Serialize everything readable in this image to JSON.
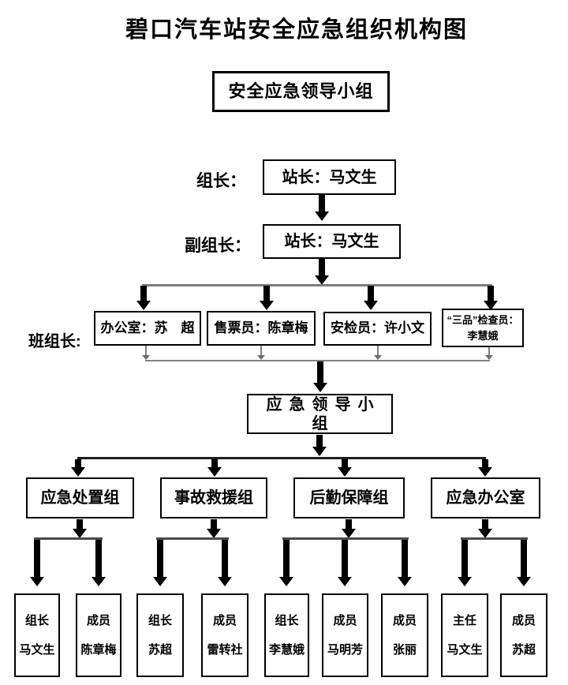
{
  "title": "碧口汽车站安全应急组织机构图",
  "top_box": "安全应急领导小组",
  "leader": {
    "label": "组长：",
    "value": "站长：马文生"
  },
  "deputy": {
    "label": "副组长：",
    "value": "站长：马文生"
  },
  "foremen": {
    "label": "班组长:",
    "items": [
      {
        "lines": [
          "办公室：苏　超"
        ]
      },
      {
        "lines": [
          "售票员：陈章梅"
        ]
      },
      {
        "lines": [
          "安检员：许小文"
        ]
      },
      {
        "lines": [
          "“三品”检查员：",
          "李慧娥"
        ]
      }
    ]
  },
  "middle_box": "应急领导小组",
  "groups": [
    {
      "name": "应急处置组",
      "members": [
        {
          "role": "组长",
          "person": "马文生"
        },
        {
          "role": "成员",
          "person": "陈章梅"
        }
      ]
    },
    {
      "name": "事故救援组",
      "members": [
        {
          "role": "组长",
          "person": "苏超"
        },
        {
          "role": "成员",
          "person": "雷转社"
        }
      ]
    },
    {
      "name": "后勤保障组",
      "members": [
        {
          "role": "组长",
          "person": "李慧娥"
        },
        {
          "role": "成员",
          "person": "马明芳"
        },
        {
          "role": "成员",
          "person": "张丽"
        }
      ]
    },
    {
      "name": "应急办公室",
      "members": [
        {
          "role": "主任",
          "person": "马文生"
        },
        {
          "role": "成员",
          "person": "苏超"
        }
      ]
    }
  ],
  "colors": {
    "arrow": "#000000",
    "thin_connector": "#7e7e7e",
    "background": "#ffffff"
  }
}
